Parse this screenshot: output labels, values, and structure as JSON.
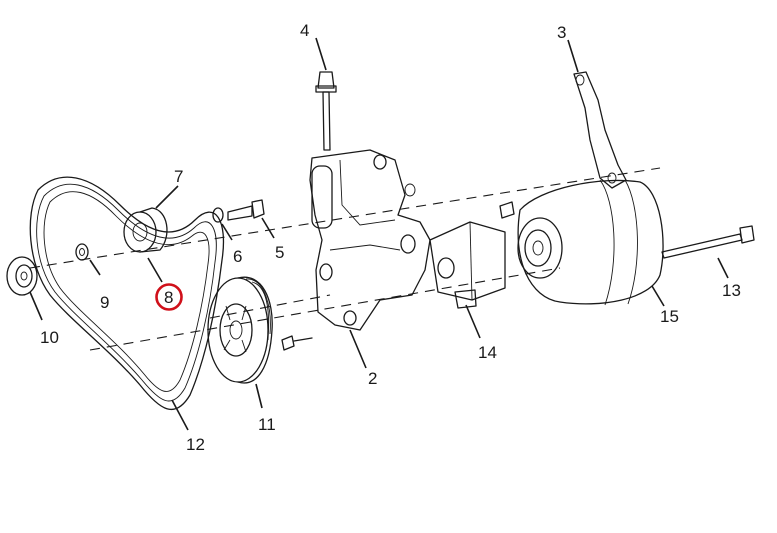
{
  "callouts": [
    {
      "id": "1",
      "label": "2"
    },
    {
      "id": "2",
      "label": "3"
    },
    {
      "id": "3",
      "label": "4"
    },
    {
      "id": "4",
      "label": "5"
    },
    {
      "id": "5",
      "label": "6"
    },
    {
      "id": "6",
      "label": "7"
    },
    {
      "id": "7",
      "label": "8",
      "highlighted": true
    },
    {
      "id": "8",
      "label": "9"
    },
    {
      "id": "9",
      "label": "10"
    },
    {
      "id": "10",
      "label": "11"
    },
    {
      "id": "11",
      "label": "12"
    },
    {
      "id": "12",
      "label": "13"
    },
    {
      "id": "13",
      "label": "14"
    },
    {
      "id": "14",
      "label": "15"
    }
  ],
  "highlight_color": "#d0101a"
}
